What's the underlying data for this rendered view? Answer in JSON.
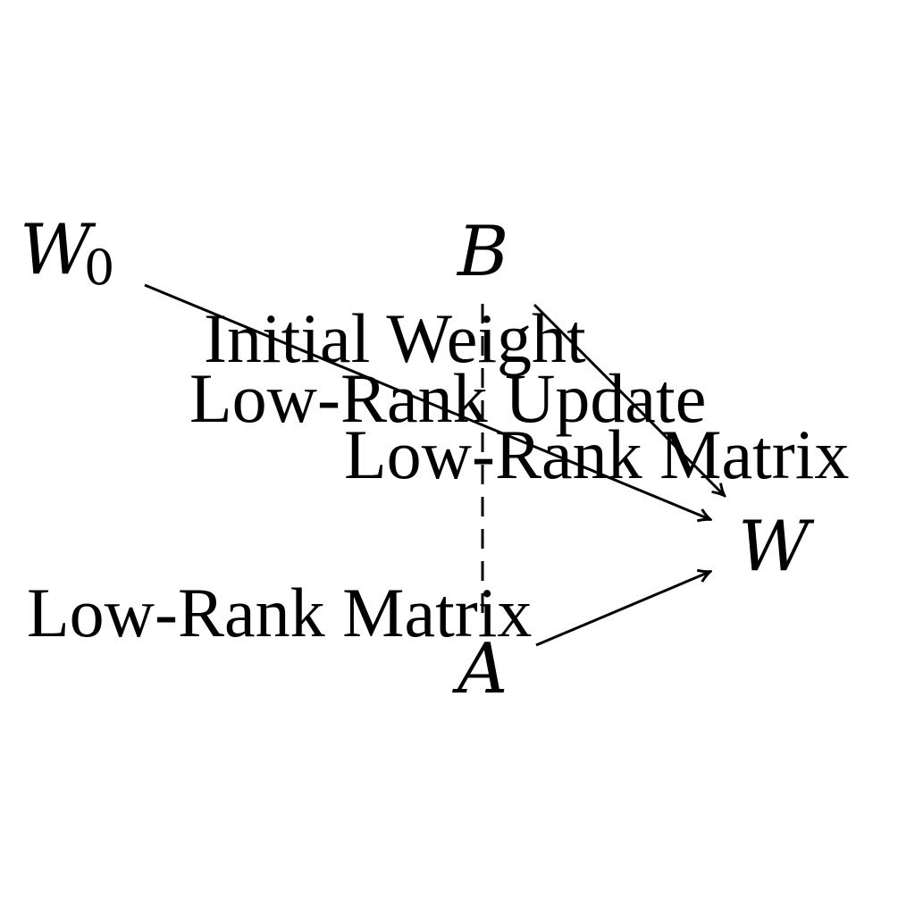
{
  "nodes": {
    "w0": {
      "base": "W",
      "sub": "0"
    },
    "b": {
      "label": "B"
    },
    "a": {
      "label": "A"
    },
    "w": {
      "label": "W"
    }
  },
  "edge_labels": {
    "initial_weight": "Initial Weight",
    "low_rank_update": "Low-Rank Update",
    "low_rank_matrix_b": "Low-Rank Matrix",
    "low_rank_matrix_a": "Low-Rank Matrix"
  },
  "colors": {
    "stroke": "#000000",
    "background": "#ffffff"
  }
}
